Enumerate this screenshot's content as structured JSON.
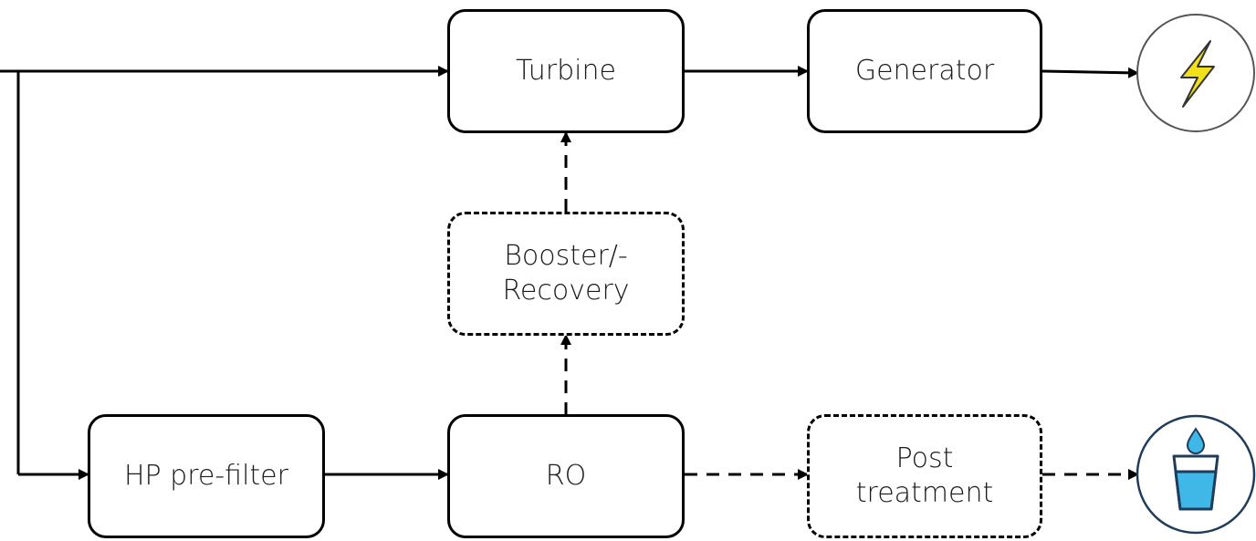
{
  "nodes": {
    "turbine": "Turbine",
    "generator": "Generator",
    "booster_line1": "Booster/-",
    "booster_line2": "Recovery",
    "prefilter": "HP pre-filter",
    "ro": "RO",
    "post_line1": "Post",
    "post_line2": "treatment"
  },
  "icons": {
    "output_power": "lightning-bolt-icon",
    "output_water": "water-glass-icon"
  },
  "colors": {
    "bolt_fill": "#f2e01a",
    "water_fill": "#3fb8e8",
    "water_circle_stroke": "#1f3d5a",
    "power_circle_stroke": "#555555"
  }
}
